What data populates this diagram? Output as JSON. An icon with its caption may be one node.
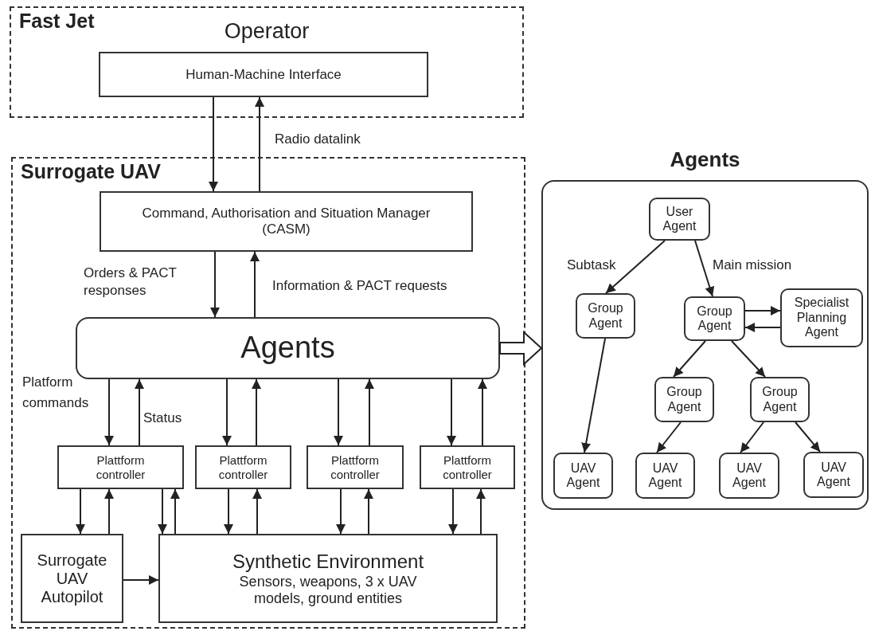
{
  "diagram": {
    "nodes": [
      {
        "text": [
          "Fast Jet",
          "Operator"
        ]
      },
      {
        "text": [
          "Human-Machine Interface"
        ],
        "in": 0
      },
      {
        "text": [
          "Surrogate UAV"
        ]
      },
      {
        "text": [
          "Command, Authorisation and Situation Manager (CASM)"
        ],
        "in": 2
      },
      {
        "text": [
          "Agents"
        ],
        "in": 2
      },
      {
        "text": [
          "Plattform controller"
        ],
        "in": 2
      },
      {
        "text": [
          "Plattform controller"
        ],
        "in": 2
      },
      {
        "text": [
          "Plattform controller"
        ],
        "in": 2
      },
      {
        "text": [
          "Plattform controller"
        ],
        "in": 2
      },
      {
        "text": [
          "Surrogate UAV Autopilot"
        ],
        "in": 2
      },
      {
        "text": [
          "Synthetic Environment",
          "Sensors, weapons, 3 x UAV models, ground entities"
        ],
        "in": 2
      },
      {
        "text": [
          "Agents"
        ]
      },
      {
        "text": [
          "User Agent"
        ],
        "in": 11
      },
      {
        "text": [
          "Group Agent"
        ],
        "in": 11
      },
      {
        "text": [
          "Group Agent"
        ],
        "in": 11
      },
      {
        "text": [
          "Specialist Planning Agent"
        ],
        "in": 11
      },
      {
        "text": [
          "Group Agent"
        ],
        "in": 11
      },
      {
        "text": [
          "Group Agent"
        ],
        "in": 11
      },
      {
        "text": [
          "UAV Agent"
        ],
        "in": 11
      },
      {
        "text": [
          "UAV Agent"
        ],
        "in": 11
      },
      {
        "text": [
          "UAV Agent"
        ],
        "in": 11
      },
      {
        "text": [
          "UAV Agent"
        ],
        "in": 11
      }
    ],
    "edges": [
      {
        "from": 1,
        "to": 3,
        "arrow": "to"
      },
      {
        "from": 3,
        "to": 1,
        "arrow": "to",
        "label": "Radio datalink"
      },
      {
        "from": 3,
        "to": 4,
        "arrow": "to",
        "label": "Orders & PACT responses"
      },
      {
        "from": 4,
        "to": 3,
        "arrow": "to",
        "label": "Information & PACT requests"
      },
      {
        "from": 4,
        "to": 5,
        "arrow": "to",
        "label": "Platform commands"
      },
      {
        "from": 5,
        "to": 4,
        "arrow": "to",
        "label": "Status"
      },
      {
        "from": 4,
        "to": 6,
        "arrow": "to"
      },
      {
        "from": 6,
        "to": 4,
        "arrow": "to"
      },
      {
        "from": 4,
        "to": 7,
        "arrow": "to"
      },
      {
        "from": 7,
        "to": 4,
        "arrow": "to"
      },
      {
        "from": 4,
        "to": 8,
        "arrow": "to"
      },
      {
        "from": 8,
        "to": 4,
        "arrow": "to"
      },
      {
        "from": 5,
        "to": 9,
        "arrow": "to"
      },
      {
        "from": 9,
        "to": 5,
        "arrow": "to"
      },
      {
        "from": 5,
        "to": 10,
        "arrow": "to"
      },
      {
        "from": 10,
        "to": 5,
        "arrow": "to"
      },
      {
        "from": 6,
        "to": 10,
        "arrow": "to"
      },
      {
        "from": 10,
        "to": 6,
        "arrow": "to"
      },
      {
        "from": 7,
        "to": 10,
        "arrow": "to"
      },
      {
        "from": 10,
        "to": 7,
        "arrow": "to"
      },
      {
        "from": 8,
        "to": 10,
        "arrow": "to"
      },
      {
        "from": 10,
        "to": 8,
        "arrow": "to"
      },
      {
        "from": 9,
        "to": 10,
        "arrow": "to"
      },
      {
        "from": 4,
        "to": 11,
        "arrow": "to",
        "style": "thick"
      },
      {
        "from": 12,
        "to": 13,
        "arrow": "to",
        "label": "Subtask"
      },
      {
        "from": 12,
        "to": 14,
        "arrow": "to",
        "label": "Main mission"
      },
      {
        "from": 14,
        "to": 15,
        "arrow": "to"
      },
      {
        "from": 15,
        "to": 14,
        "arrow": "to"
      },
      {
        "from": 14,
        "to": 16,
        "arrow": "to"
      },
      {
        "from": 14,
        "to": 17,
        "arrow": "to"
      },
      {
        "from": 13,
        "to": 18,
        "arrow": "to"
      },
      {
        "from": 16,
        "to": 19,
        "arrow": "to"
      },
      {
        "from": 17,
        "to": 20,
        "arrow": "to"
      },
      {
        "from": 17,
        "to": 21,
        "arrow": "to"
      }
    ]
  }
}
